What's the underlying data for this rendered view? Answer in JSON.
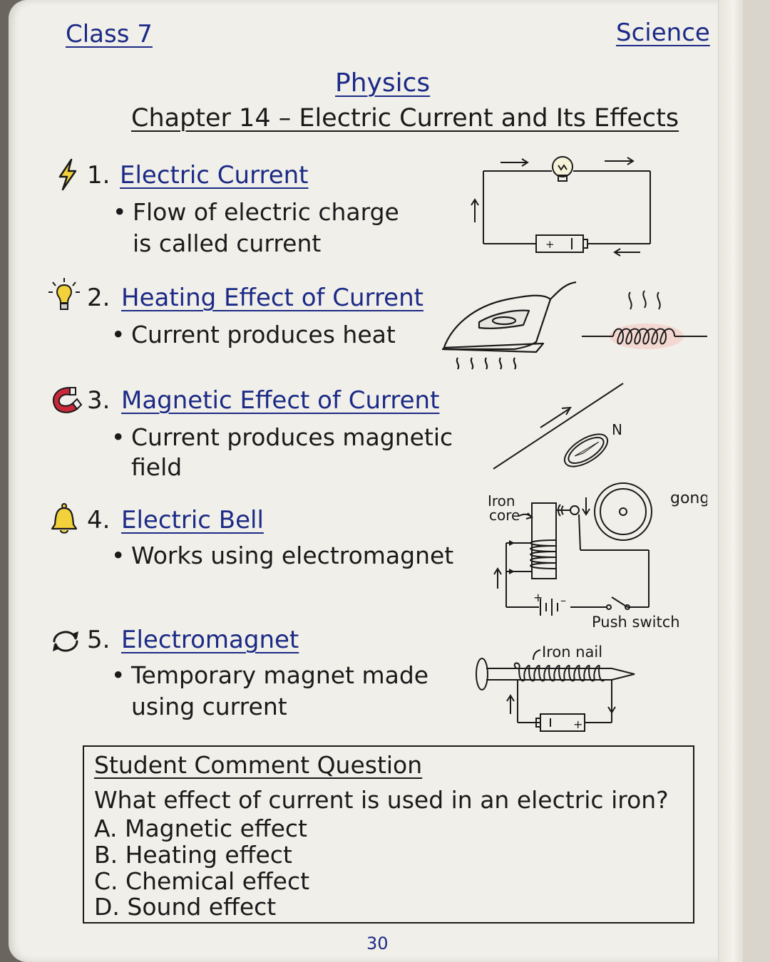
{
  "header": {
    "class_label": "Class 7",
    "subject_label": "Science"
  },
  "title": {
    "subject": "Physics",
    "chapter": "Chapter 14 – Electric Current and Its Effects"
  },
  "sections": [
    {
      "number": "1.",
      "title": "Electric Current",
      "icon": "lightning-bolt-icon",
      "bullet_lines": [
        "Flow of electric charge",
        "is called current"
      ]
    },
    {
      "number": "2.",
      "title": "Heating Effect of Current",
      "icon": "light-bulb-icon",
      "bullet_lines": [
        "Current produces heat"
      ]
    },
    {
      "number": "3.",
      "title": "Magnetic Effect of Current",
      "icon": "horseshoe-magnet-icon",
      "bullet_lines": [
        "Current produces magnetic",
        "field"
      ]
    },
    {
      "number": "4.",
      "title": "Electric Bell",
      "icon": "bell-icon",
      "bullet_lines": [
        "Works using electromagnet"
      ]
    },
    {
      "number": "5.",
      "title": "Electromagnet",
      "icon": "refresh-arrows-icon",
      "bullet_lines": [
        "Temporary magnet made",
        "using current"
      ]
    }
  ],
  "diagram_labels": {
    "compass_north": "N",
    "iron_core_line1": "Iron",
    "iron_core_line2": "core",
    "gong": "gong",
    "push_switch": "Push switch",
    "iron_nail": "Iron nail",
    "battery_plus": "+",
    "battery_minus": "–"
  },
  "question_box": {
    "heading": "Student Comment Question",
    "question": "What effect of current is used in an electric iron?",
    "options": [
      "A. Magnetic effect",
      "B. Heating effect",
      "C. Chemical effect",
      "D. Sound effect"
    ]
  },
  "page_number": "30",
  "colors": {
    "ink_blue": "#1b2a86",
    "ink_black": "#1a1a1a",
    "paper": "#f1efe9",
    "bulb_yellow": "#f2d13a",
    "magnet_red": "#c8283a",
    "coil_red": "#d46a5a"
  }
}
